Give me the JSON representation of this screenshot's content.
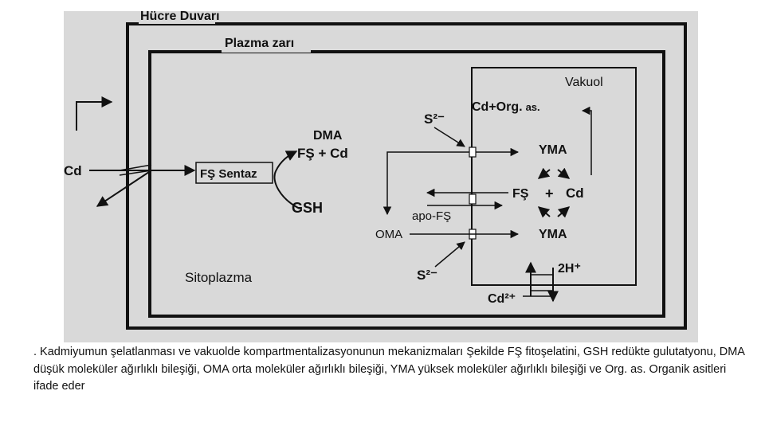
{
  "diagram": {
    "cell_wall": "Hücre Duvarı",
    "plasma_membrane": "Plazma zarı",
    "vacuole": "Vakuol",
    "cytoplasm": "Sitoplazma",
    "cd_in": "Cd",
    "enzyme": "FŞ Sentaz",
    "dma": "DMA",
    "ps_cd": "FŞ + Cd",
    "gsh": "GSH",
    "s2_top": "S²⁻",
    "s2_bottom": "S²⁻",
    "cd_org": "Cd+Org.",
    "as_label": "as.",
    "yma_top": "YMA",
    "ps": "FŞ",
    "plus": "+",
    "cd_vac": "Cd",
    "yma_bottom": "YMA",
    "apo_ps": "apo-FŞ",
    "oma": "OMA",
    "h2": "2H⁺",
    "cd2": "Cd²⁺"
  },
  "caption": ". Kadmiyumun şelatlanması ve vakuolde kompartmentalizasyonunun mekanizmaları Şekilde FŞ fitoşelatini, GSH redükte gulutatyonu, DMA düşük moleküler ağırlıklı bileşiği, OMA orta moleküler ağırlıklı bileşiği, YMA yüksek moleküler ağırlıklı bileşiği ve Org. as. Organik asitleri ifade eder",
  "colors": {
    "figure_bg": "#d9d9d9",
    "line": "#111111"
  }
}
